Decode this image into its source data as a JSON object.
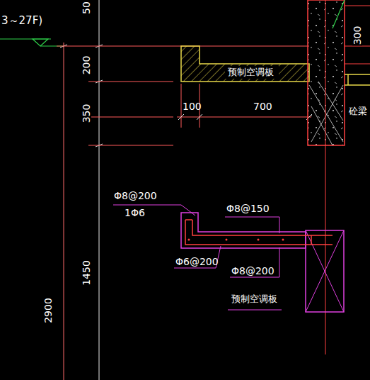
{
  "diagram": {
    "labels": [
      "3～27F)",
      "50",
      "300",
      "200",
      "预制空调板",
      "100",
      "700",
      "砼梁",
      "350",
      "Φ8@200",
      "1Φ6",
      "Φ8@150",
      "Φ6@200",
      "Φ8@200",
      "预制空调板",
      "1450",
      "2900"
    ]
  }
}
